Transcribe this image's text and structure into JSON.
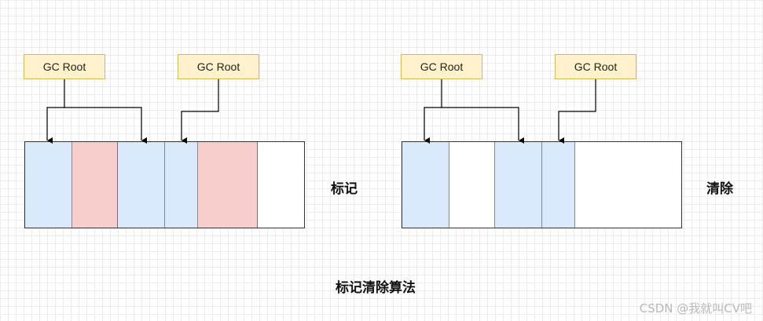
{
  "left_panel": {
    "roots": [
      "GC Root",
      "GC Root"
    ],
    "label": "标记",
    "segments": [
      {
        "state": "live"
      },
      {
        "state": "garbage"
      },
      {
        "state": "live"
      },
      {
        "state": "live"
      },
      {
        "state": "garbage"
      },
      {
        "state": "free"
      }
    ]
  },
  "right_panel": {
    "roots": [
      "GC Root",
      "GC Root"
    ],
    "label": "清除",
    "segments": [
      {
        "state": "live"
      },
      {
        "state": "free"
      },
      {
        "state": "live"
      },
      {
        "state": "live"
      },
      {
        "state": "free"
      }
    ]
  },
  "caption": "标记清除算法",
  "watermark": "CSDN @我就叫CV吧",
  "colors": {
    "live": "#dae8fc",
    "garbage": "#f8cecc",
    "free": "#ffffff",
    "root_fill": "#fff2cc",
    "root_border": "#d6b656"
  }
}
